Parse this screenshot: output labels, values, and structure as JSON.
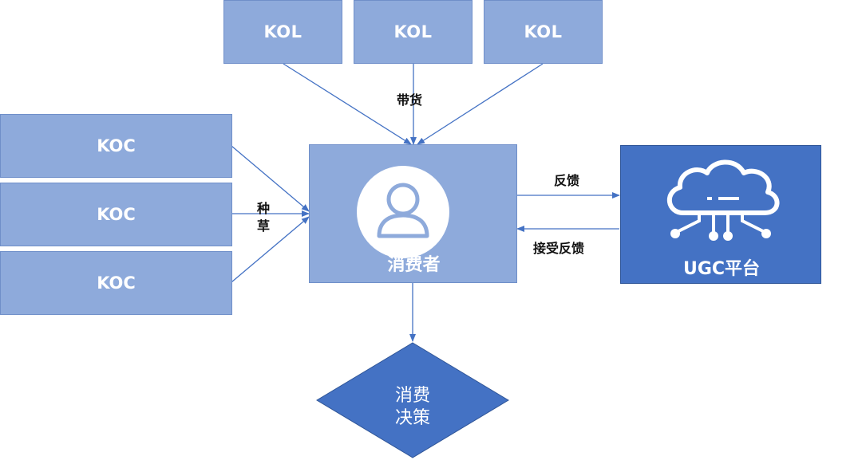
{
  "kol_nodes": [
    {
      "label": "KOL"
    },
    {
      "label": "KOL"
    },
    {
      "label": "KOL"
    }
  ],
  "koc_nodes": [
    {
      "label": "KOC"
    },
    {
      "label": "KOC"
    },
    {
      "label": "KOC"
    }
  ],
  "consumer": {
    "label": "消费者",
    "icon": "user-icon"
  },
  "ugc_platform": {
    "label": "UGC平台",
    "icon": "cloud-network-icon"
  },
  "decision": {
    "line1": "消费",
    "line2": "决策"
  },
  "edge_labels": {
    "kol_to_consumer": "带货",
    "koc_to_consumer_line1": "种",
    "koc_to_consumer_line2": "草",
    "consumer_to_ugc": "反馈",
    "ugc_to_consumer": "接受反馈"
  },
  "colors": {
    "light_box": "#8eaadb",
    "dark_box": "#4472c4",
    "arrow": "#4472c4",
    "text_on_box": "#ffffff"
  }
}
